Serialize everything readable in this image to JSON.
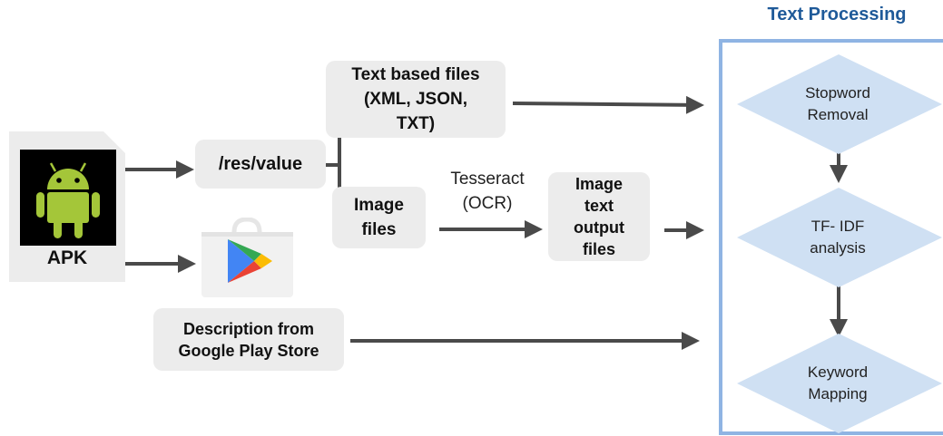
{
  "apk_label": "APK",
  "res_value_label": "/res/value",
  "text_files_label": "Text based files (XML, JSON, TXT)",
  "image_files_label": "Image files",
  "tesseract_label": "Tesseract (OCR)",
  "image_text_output_label": "Image text output files",
  "description_label": "Description from Google Play Store",
  "text_processing": {
    "title": "Text Processing",
    "steps": [
      "Stopword Removal",
      "TF- IDF analysis",
      "Keyword Mapping"
    ]
  },
  "icons": {
    "apk": "android-robot-icon",
    "play_store": "google-play-store-icon"
  },
  "colors": {
    "box_fill": "#ececec",
    "arrow": "#4a4a4a",
    "panel_border": "#8fb4e3",
    "diamond": "#cfe0f3",
    "title": "#1f5a99",
    "android_green": "#a4c639"
  }
}
